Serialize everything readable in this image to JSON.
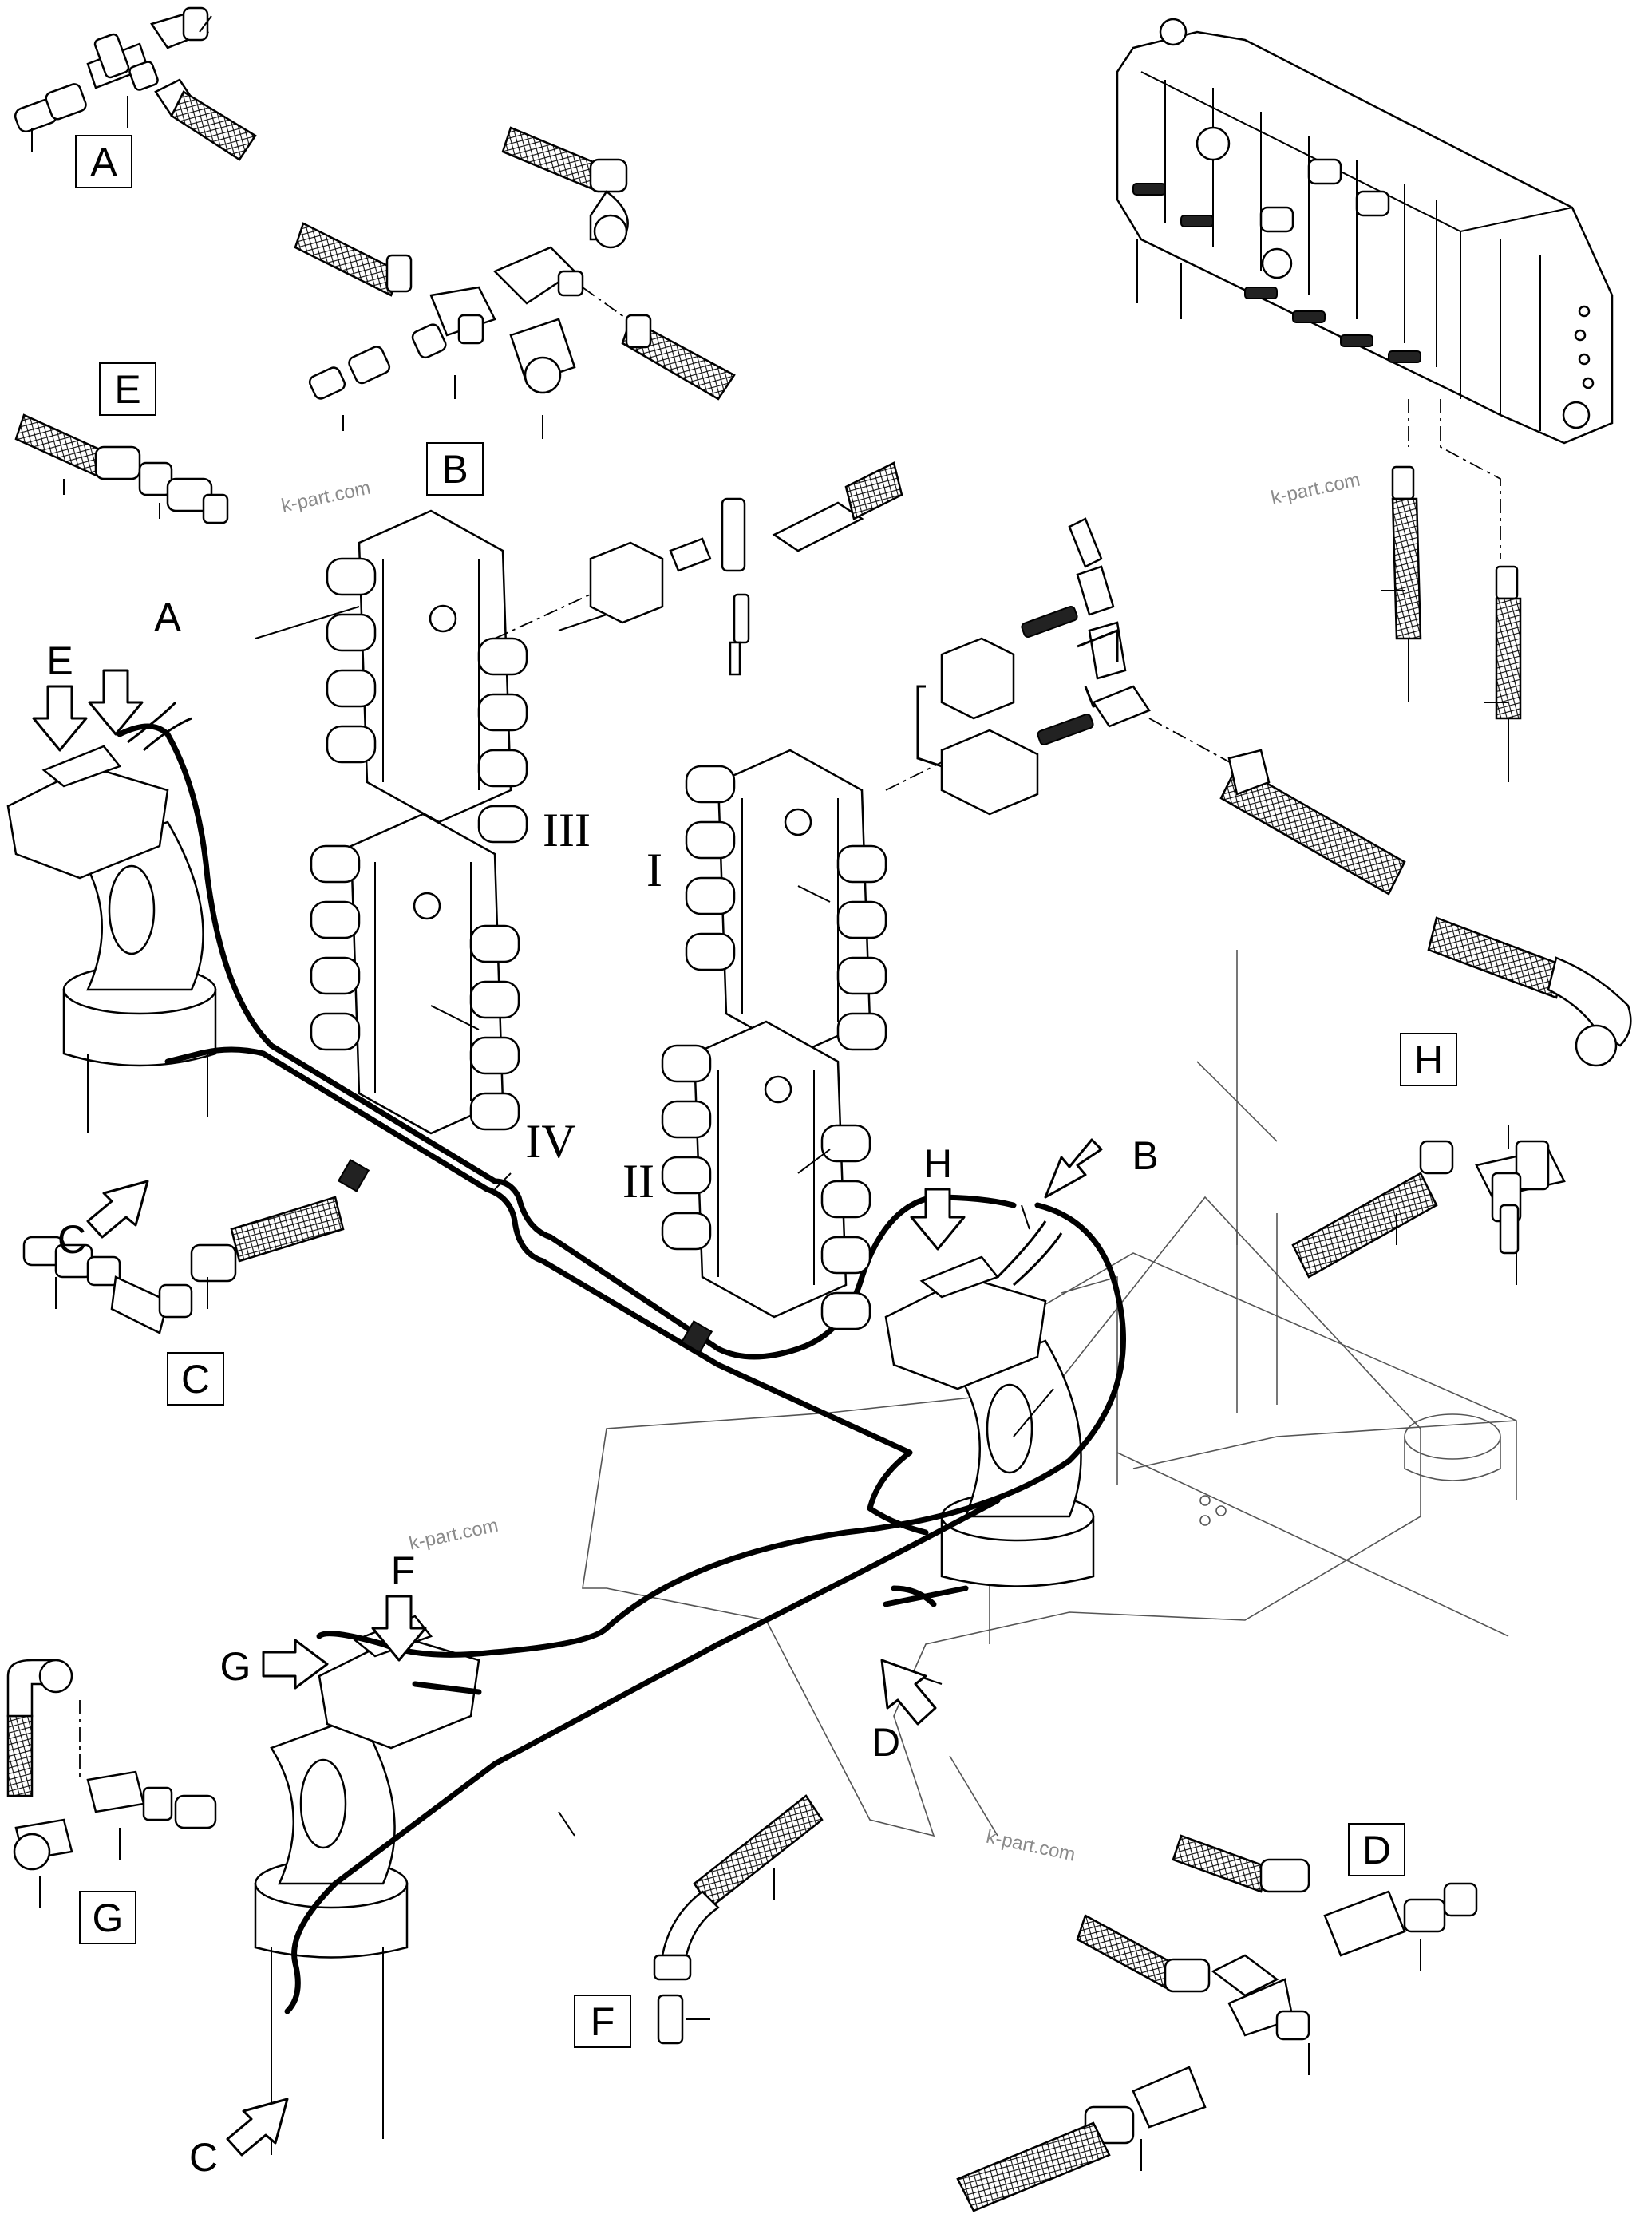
{
  "diagram": {
    "callout_boxes": [
      {
        "id": "A",
        "label": "A"
      },
      {
        "id": "B",
        "label": "B"
      },
      {
        "id": "E",
        "label": "E"
      },
      {
        "id": "C",
        "label": "C"
      },
      {
        "id": "G",
        "label": "G"
      },
      {
        "id": "H",
        "label": "H"
      },
      {
        "id": "D",
        "label": "D"
      },
      {
        "id": "F",
        "label": "F"
      }
    ],
    "arrow_labels": {
      "A": "A",
      "E": "E",
      "C_upper": "C",
      "H": "H",
      "B": "B",
      "F": "F",
      "G": "G",
      "D": "D",
      "C_lower": "C"
    },
    "block_labels": {
      "III": "III",
      "I": "I",
      "IV": "IV",
      "II": "II"
    },
    "watermark": "k-part.com"
  }
}
